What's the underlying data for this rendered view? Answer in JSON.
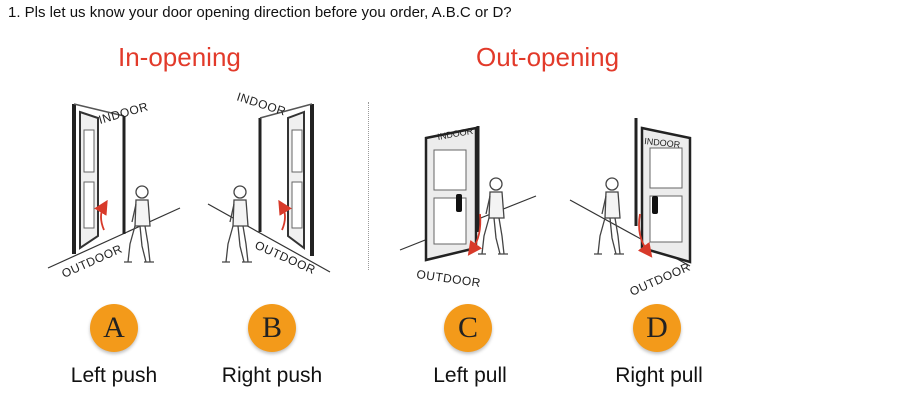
{
  "question": "1. Pls let us know your door opening direction before you order, A.B.C or D?",
  "headings": {
    "in_opening": "In-opening",
    "out_opening": "Out-opening"
  },
  "scene_labels": {
    "indoor": "INDOOR",
    "outdoor": "OUTDOOR"
  },
  "options": [
    {
      "letter": "A",
      "caption": "Left push"
    },
    {
      "letter": "B",
      "caption": "Right push"
    },
    {
      "letter": "C",
      "caption": "Left pull"
    },
    {
      "letter": "D",
      "caption": "Right pull"
    }
  ],
  "colors": {
    "heading": "#e23a2a",
    "badge": "#f39a1a",
    "arrow": "#d83a2a"
  }
}
